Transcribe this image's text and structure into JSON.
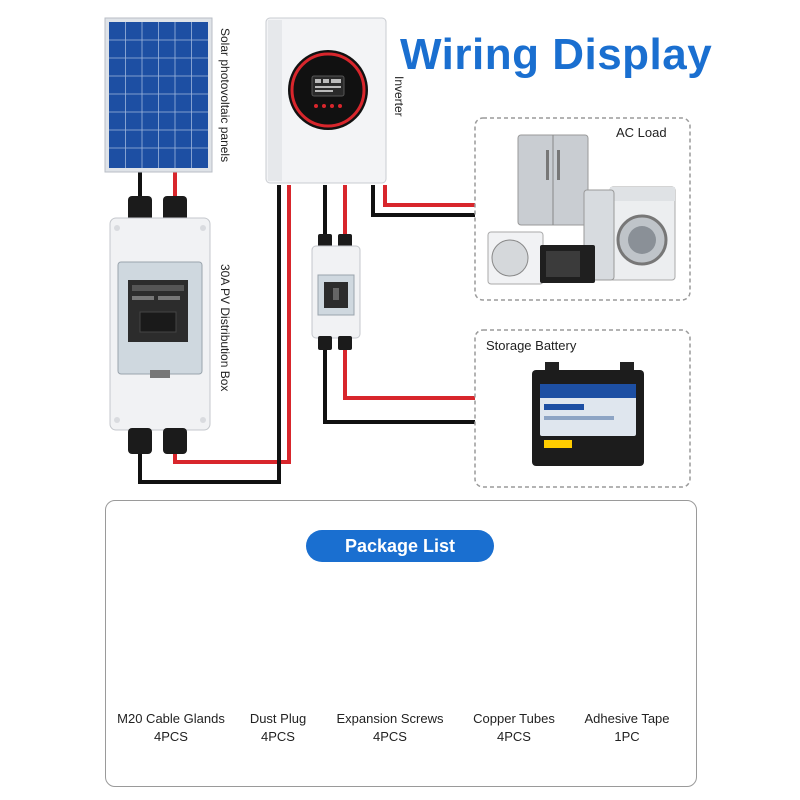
{
  "title": "Wiring Display",
  "components": {
    "solar_panels": "Solar photovoltaic panels",
    "inverter": "Inverter",
    "distribution_box": "30A PV Distribution Box",
    "ac_load": "AC Load",
    "storage_battery": "Storage Battery"
  },
  "package": {
    "title": "Package List",
    "items": [
      {
        "name": "M20 Cable Glands",
        "qty": "4PCS"
      },
      {
        "name": "Dust Plug",
        "qty": "4PCS"
      },
      {
        "name": "Expansion Screws",
        "qty": "4PCS"
      },
      {
        "name": "Copper Tubes",
        "qty": "4PCS"
      },
      {
        "name": "Adhesive Tape",
        "qty": "1PC"
      }
    ]
  },
  "colors": {
    "title_blue": "#1a6fd0",
    "wire_red": "#d8262c",
    "wire_black": "#111111",
    "panel_blue": "#1d4fa3"
  }
}
